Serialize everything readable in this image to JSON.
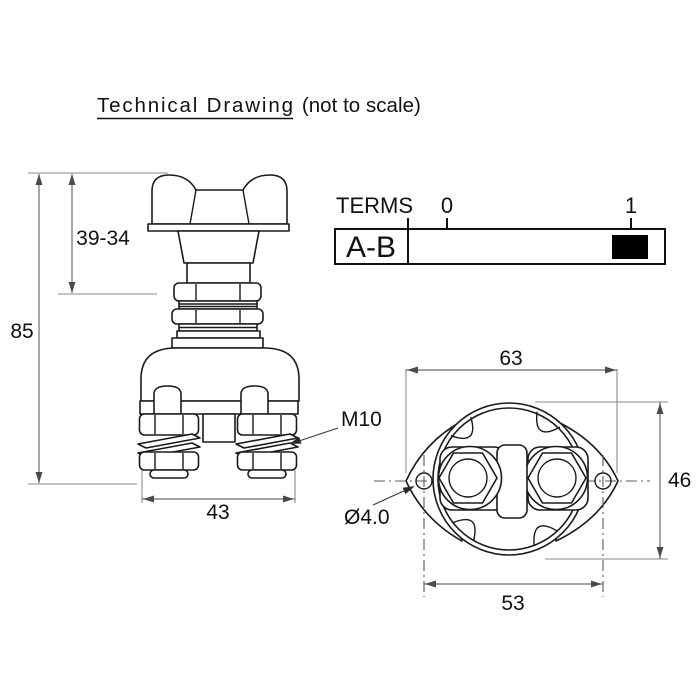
{
  "title": {
    "main": "Technical Drawing",
    "suffix": "(not to scale)"
  },
  "terms_table": {
    "header_label": "TERMS",
    "position_labels": [
      "0",
      "1"
    ],
    "rows": [
      {
        "terminals": "A-B",
        "closed_at": "1"
      }
    ],
    "marker_color": "#000000"
  },
  "front_view": {
    "dimensions": {
      "handle_height": "39-34",
      "total_height": "85",
      "terminal_spacing": "43"
    },
    "labels": {
      "thread": "M10"
    }
  },
  "top_view": {
    "dimensions": {
      "overall_width": "63",
      "body_height": "46",
      "hole_spacing": "53"
    },
    "labels": {
      "hole_diameter": "Ø4.0"
    }
  },
  "colors": {
    "line": "#1a1a1a",
    "dimension": "#6b6b6b",
    "background": "#ffffff"
  }
}
